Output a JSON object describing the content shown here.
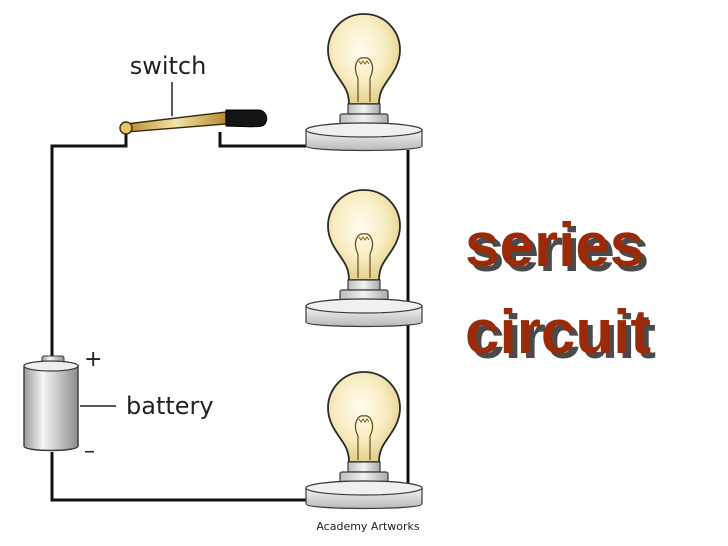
{
  "labels": {
    "switch": "switch",
    "battery": "battery",
    "plus": "+",
    "minus": "–",
    "credit": "Academy Artworks"
  },
  "title": {
    "line1": "series",
    "line2": "circuit"
  },
  "colors": {
    "title": "#9a2a08",
    "title_shadow": "#4a4a4a",
    "wire": "#111111",
    "bulb_glass": "#f6e8b8",
    "switch_lever": "#c9a24a"
  },
  "icons": {
    "bulb": "light-bulb-icon",
    "battery": "battery-cell-icon",
    "switch": "knife-switch-icon"
  }
}
